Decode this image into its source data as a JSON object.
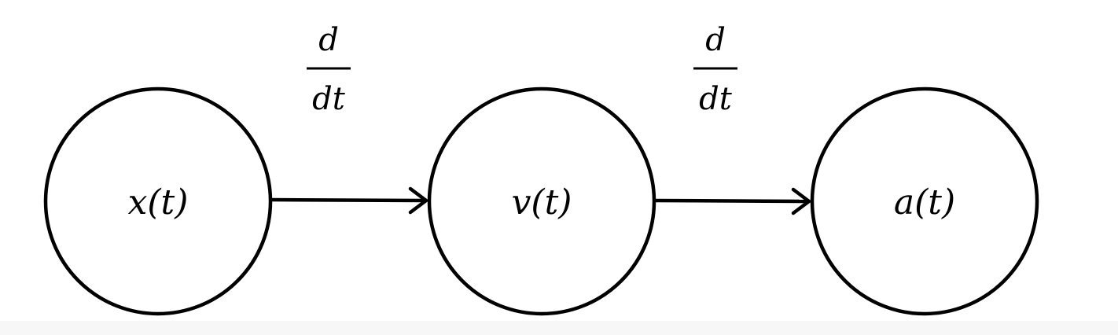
{
  "diagram": {
    "nodes": [
      {
        "id": "position",
        "label": "x(t)"
      },
      {
        "id": "velocity",
        "label": "v(t)"
      },
      {
        "id": "acceleration",
        "label": "a(t)"
      }
    ],
    "edges": [
      {
        "from": "position",
        "to": "velocity",
        "operator": {
          "numerator": "d",
          "denominator": "dt"
        }
      },
      {
        "from": "velocity",
        "to": "acceleration",
        "operator": {
          "numerator": "d",
          "denominator": "dt"
        }
      }
    ]
  }
}
